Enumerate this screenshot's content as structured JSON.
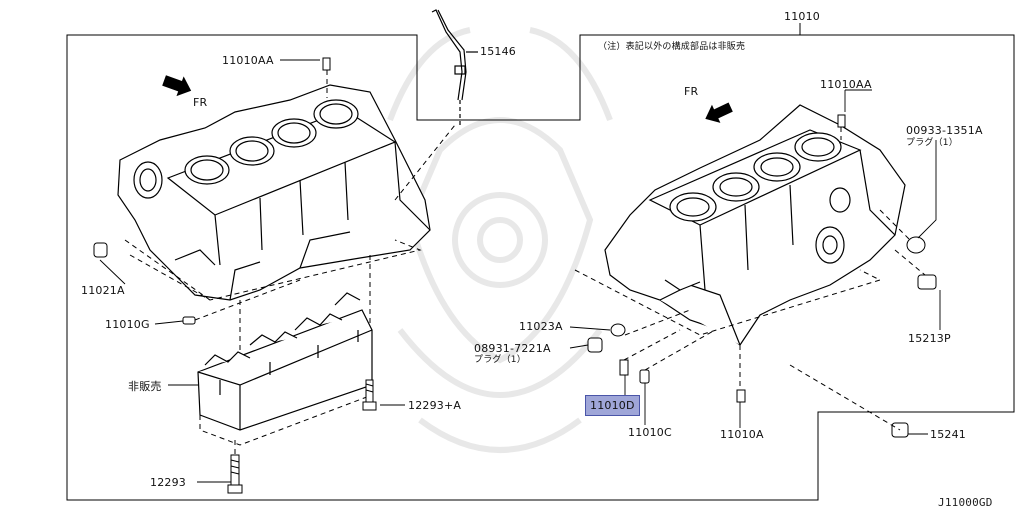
{
  "title": "11010",
  "note": "（注）表記以外の構成部品は非販売",
  "fr_left": "FR",
  "fr_right": "FR",
  "drawing_code": "J11000GD",
  "not_sold": "非販売",
  "parts": {
    "p15146": "15146",
    "p11010AA_left": "11010AA",
    "p11010AA_right": "11010AA",
    "p00933": "00933-1351A",
    "p00933_sub": "プラグ（1）",
    "p11021A": "11021A",
    "p11010G": "11010G",
    "p11023A": "11023A",
    "p08931": "08931-7221A",
    "p08931_sub": "プラグ（1）",
    "p15213P": "15213P",
    "p11010D": "11010D",
    "p11010C": "11010C",
    "p11010A": "11010A",
    "p12293A": "12293+A",
    "p12293": "12293",
    "p15241": "15241"
  },
  "colors": {
    "highlight": "#9fa6d8",
    "line": "#000000",
    "watermark": "#e6e6e6"
  }
}
